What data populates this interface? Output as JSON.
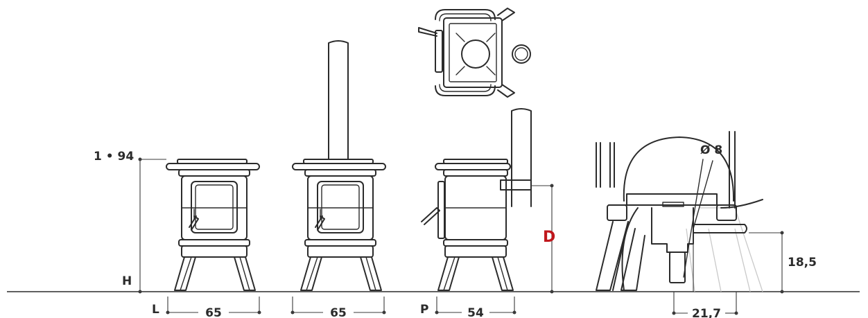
{
  "labels": {
    "height_top": "1 • 94",
    "height_letter": "H",
    "width_letter": "L",
    "width_value_1": "65",
    "width_value_2": "65",
    "depth_letter": "P",
    "depth_value": "54",
    "flue_height_letter": "D",
    "diameter": "Ø 8",
    "outlet_height": "18,5",
    "outlet_offset": "21,7"
  },
  "colors": {
    "line": "#2b2b2b",
    "accent": "#c0171c",
    "ghost": "#c9c9c9"
  }
}
